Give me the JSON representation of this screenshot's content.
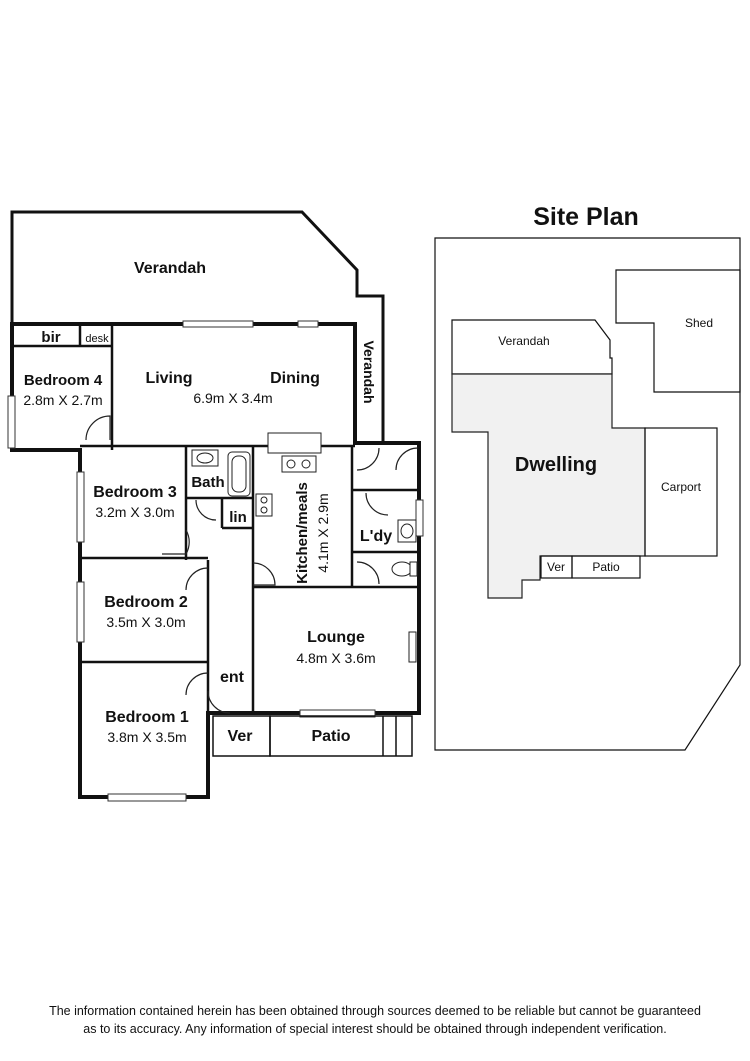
{
  "floor_plan": {
    "verandah_top": "Verandah",
    "verandah_side": "Verandah",
    "bir": "bir",
    "desk": "desk",
    "bedroom4": {
      "name": "Bedroom 4",
      "size": "2.8m X 2.7m"
    },
    "living": "Living",
    "dining": "Dining",
    "living_dining_size": "6.9m X 3.4m",
    "bedroom3": {
      "name": "Bedroom 3",
      "size": "3.2m X 3.0m"
    },
    "bath": "Bath",
    "lin": "lin",
    "kitchen": {
      "name": "Kitchen/meals",
      "size": "4.1m X 2.9m"
    },
    "laundry": "L'dy",
    "bedroom2": {
      "name": "Bedroom 2",
      "size": "3.5m X 3.0m"
    },
    "lounge": {
      "name": "Lounge",
      "size": "4.8m X 3.6m"
    },
    "entry": "ent",
    "bedroom1": {
      "name": "Bedroom 1",
      "size": "3.8m X 3.5m"
    },
    "ver": "Ver",
    "patio": "Patio"
  },
  "site_plan": {
    "title": "Site Plan",
    "shed": "Shed",
    "verandah": "Verandah",
    "dwelling": "Dwelling",
    "carport": "Carport",
    "ver": "Ver",
    "patio": "Patio"
  },
  "disclaimer": {
    "line1": "The information contained herein has been obtained through sources deemed to be reliable but cannot be guaranteed",
    "line2": "as to its accuracy.  Any information of special interest should be obtained through independent verification."
  }
}
